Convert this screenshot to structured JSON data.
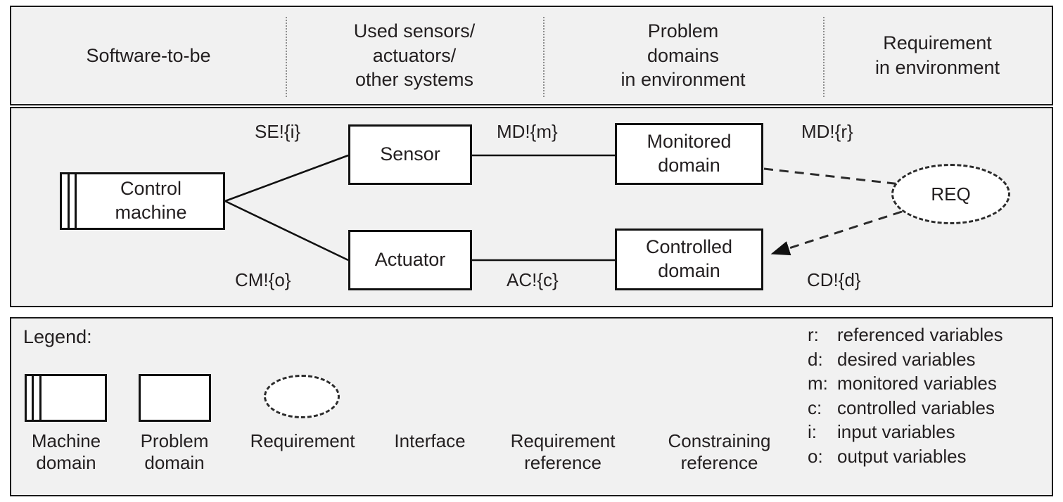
{
  "header": {
    "columns": [
      {
        "label": "Software-to-be"
      },
      {
        "label": "Used sensors/\nactuators/\nother systems"
      },
      {
        "label": "Problem\ndomains\nin environment"
      },
      {
        "label": "Requirement\nin environment"
      }
    ],
    "separator_icon": "vertical-dotted-divider-icon"
  },
  "diagram": {
    "nodes": {
      "control_machine": "Control\nmachine",
      "sensor": "Sensor",
      "actuator": "Actuator",
      "monitored_domain": "Monitored\ndomain",
      "controlled_domain": "Controlled\ndomain",
      "requirement": "REQ"
    },
    "edge_labels": {
      "se_i": "SE!{i}",
      "cm_o": "CM!{o}",
      "md_m": "MD!{m}",
      "ac_c": "AC!{c}",
      "md_r": "MD!{r}",
      "cd_d": "CD!{d}"
    }
  },
  "legend": {
    "title": "Legend:",
    "symbols": [
      {
        "name": "machine-domain-symbol",
        "caption": "Machine\ndomain"
      },
      {
        "name": "problem-domain-symbol",
        "caption": "Problem\ndomain"
      },
      {
        "name": "requirement-oval-symbol",
        "caption": "Requirement"
      },
      {
        "name": "interface-line-symbol",
        "caption": "Interface"
      },
      {
        "name": "requirement-reference-line-symbol",
        "caption": "Requirement\nreference"
      },
      {
        "name": "constraining-reference-arrow-symbol",
        "caption": "Constraining\nreference"
      }
    ],
    "variables": [
      {
        "key": "r:",
        "desc": "referenced variables"
      },
      {
        "key": "d:",
        "desc": "desired variables"
      },
      {
        "key": "m:",
        "desc": "monitored variables"
      },
      {
        "key": "c:",
        "desc": "controlled variables"
      },
      {
        "key": "i:",
        "desc": "input variables"
      },
      {
        "key": "o:",
        "desc": "output variables"
      }
    ]
  },
  "colors": {
    "panel_background": "#f1f1f1",
    "panel_border": "#1a1a1a",
    "node_fill": "#ffffff",
    "node_border": "#111111",
    "text": "#231f20",
    "divider": "#8d8d8d"
  }
}
